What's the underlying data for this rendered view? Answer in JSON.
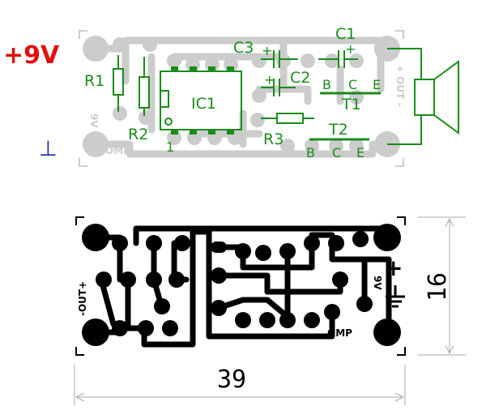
{
  "supply": {
    "positive_label": "+9V",
    "ground_symbol": "⊥",
    "positive_color": "#e01010",
    "ground_color": "#1a2ab0"
  },
  "components": {
    "r1": "R1",
    "r2": "R2",
    "r3": "R3",
    "ic1": "IC1",
    "c1": "C1",
    "c2": "C2",
    "c3": "C3",
    "t1": "T1",
    "t2": "T2",
    "t1_pins": [
      "B",
      "C",
      "E"
    ],
    "t2_pins": [
      "B",
      "C",
      "E"
    ],
    "plus_sign": "+",
    "ic_pin1": "1"
  },
  "silk_text": {
    "out_top": "+ OUT -",
    "nine_v_top": "9V",
    "omp_top": "OMP"
  },
  "pcb_text": {
    "out": "-OUT+",
    "nine_v": "9V",
    "omp": "OMP",
    "plus": "+"
  },
  "dimensions": {
    "width": "39",
    "height": "16"
  },
  "colors": {
    "component": "#1a8c1a",
    "silkscreen": "#cccccc",
    "copper": "#000000"
  }
}
